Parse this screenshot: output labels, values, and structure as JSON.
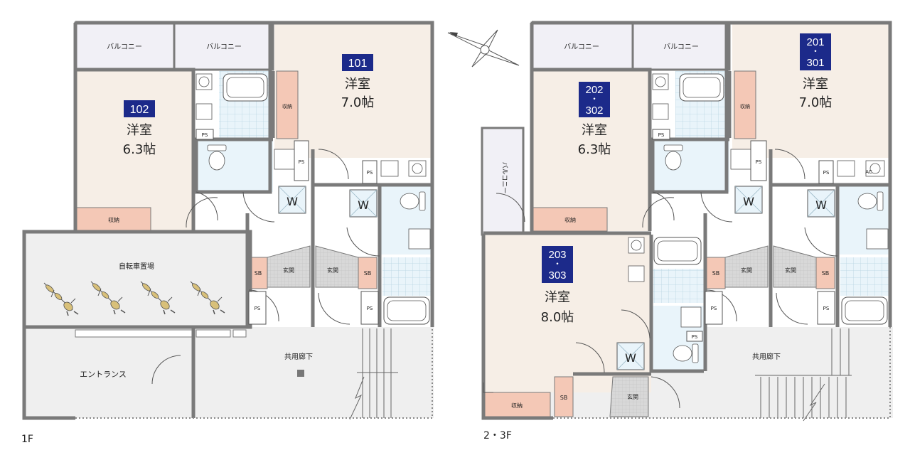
{
  "plan_1f": {
    "floor_label": "1F",
    "balcony_left": "バルコニー",
    "balcony_right": "バルコニー",
    "unit_102": {
      "number": "102",
      "room_type": "洋室",
      "size": "6.3帖",
      "storage": "収納"
    },
    "unit_101": {
      "number": "101",
      "room_type": "洋室",
      "size": "7.0帖",
      "storage": "収納"
    },
    "bicycle_parking": "自転車置場",
    "entrance": "エントランス",
    "corridor": "共用廊下",
    "genkan_left": "玄関",
    "genkan_right": "玄関",
    "sb_left": "SB",
    "sb_right": "SB",
    "ps_1": "PS",
    "ps_2": "PS",
    "ps_3": "PS",
    "ps_4": "PS",
    "ps_5": "PS",
    "washer_left": "W",
    "washer_right": "W"
  },
  "plan_2f3f": {
    "floor_label": "2・3F",
    "balcony_left": "バルコニー",
    "balcony_right": "バルコニー",
    "balcony_side": "バルコニー",
    "unit_202_302": {
      "number_top": "202",
      "number_bottom": "302",
      "room_type": "洋室",
      "size": "6.3帖",
      "storage": "収納"
    },
    "unit_201_301": {
      "number_top": "201",
      "number_bottom": "301",
      "room_type": "洋室",
      "size": "7.0帖",
      "storage": "収納"
    },
    "unit_203_303": {
      "number_top": "203",
      "number_bottom": "303",
      "room_type": "洋室",
      "size": "8.0帖",
      "storage": "収納"
    },
    "corridor": "共用廊下",
    "genkan_1": "玄関",
    "genkan_2": "玄関",
    "genkan_3": "玄関",
    "sb_1": "SB",
    "sb_2": "SB",
    "sb_3": "SB",
    "ps_1": "PS",
    "ps_2": "PS",
    "ps_3": "PS",
    "ps_4": "PS",
    "ps_5": "PS",
    "ps_6": "PS",
    "ac_label": "AC",
    "washer_1": "W",
    "washer_2": "W",
    "washer_3": "W",
    "separator_dot": "・"
  },
  "colors": {
    "room_fill": "#f6eee6",
    "storage_fill": "#f4c8b6",
    "balcony_fill": "#f1f0f6",
    "wet_fill": "#e9f4fa",
    "common_fill": "#efefef",
    "wall": "#7a7a7a",
    "label_bg": "#1c2a8a",
    "bike_fill": "#d8c07a"
  }
}
